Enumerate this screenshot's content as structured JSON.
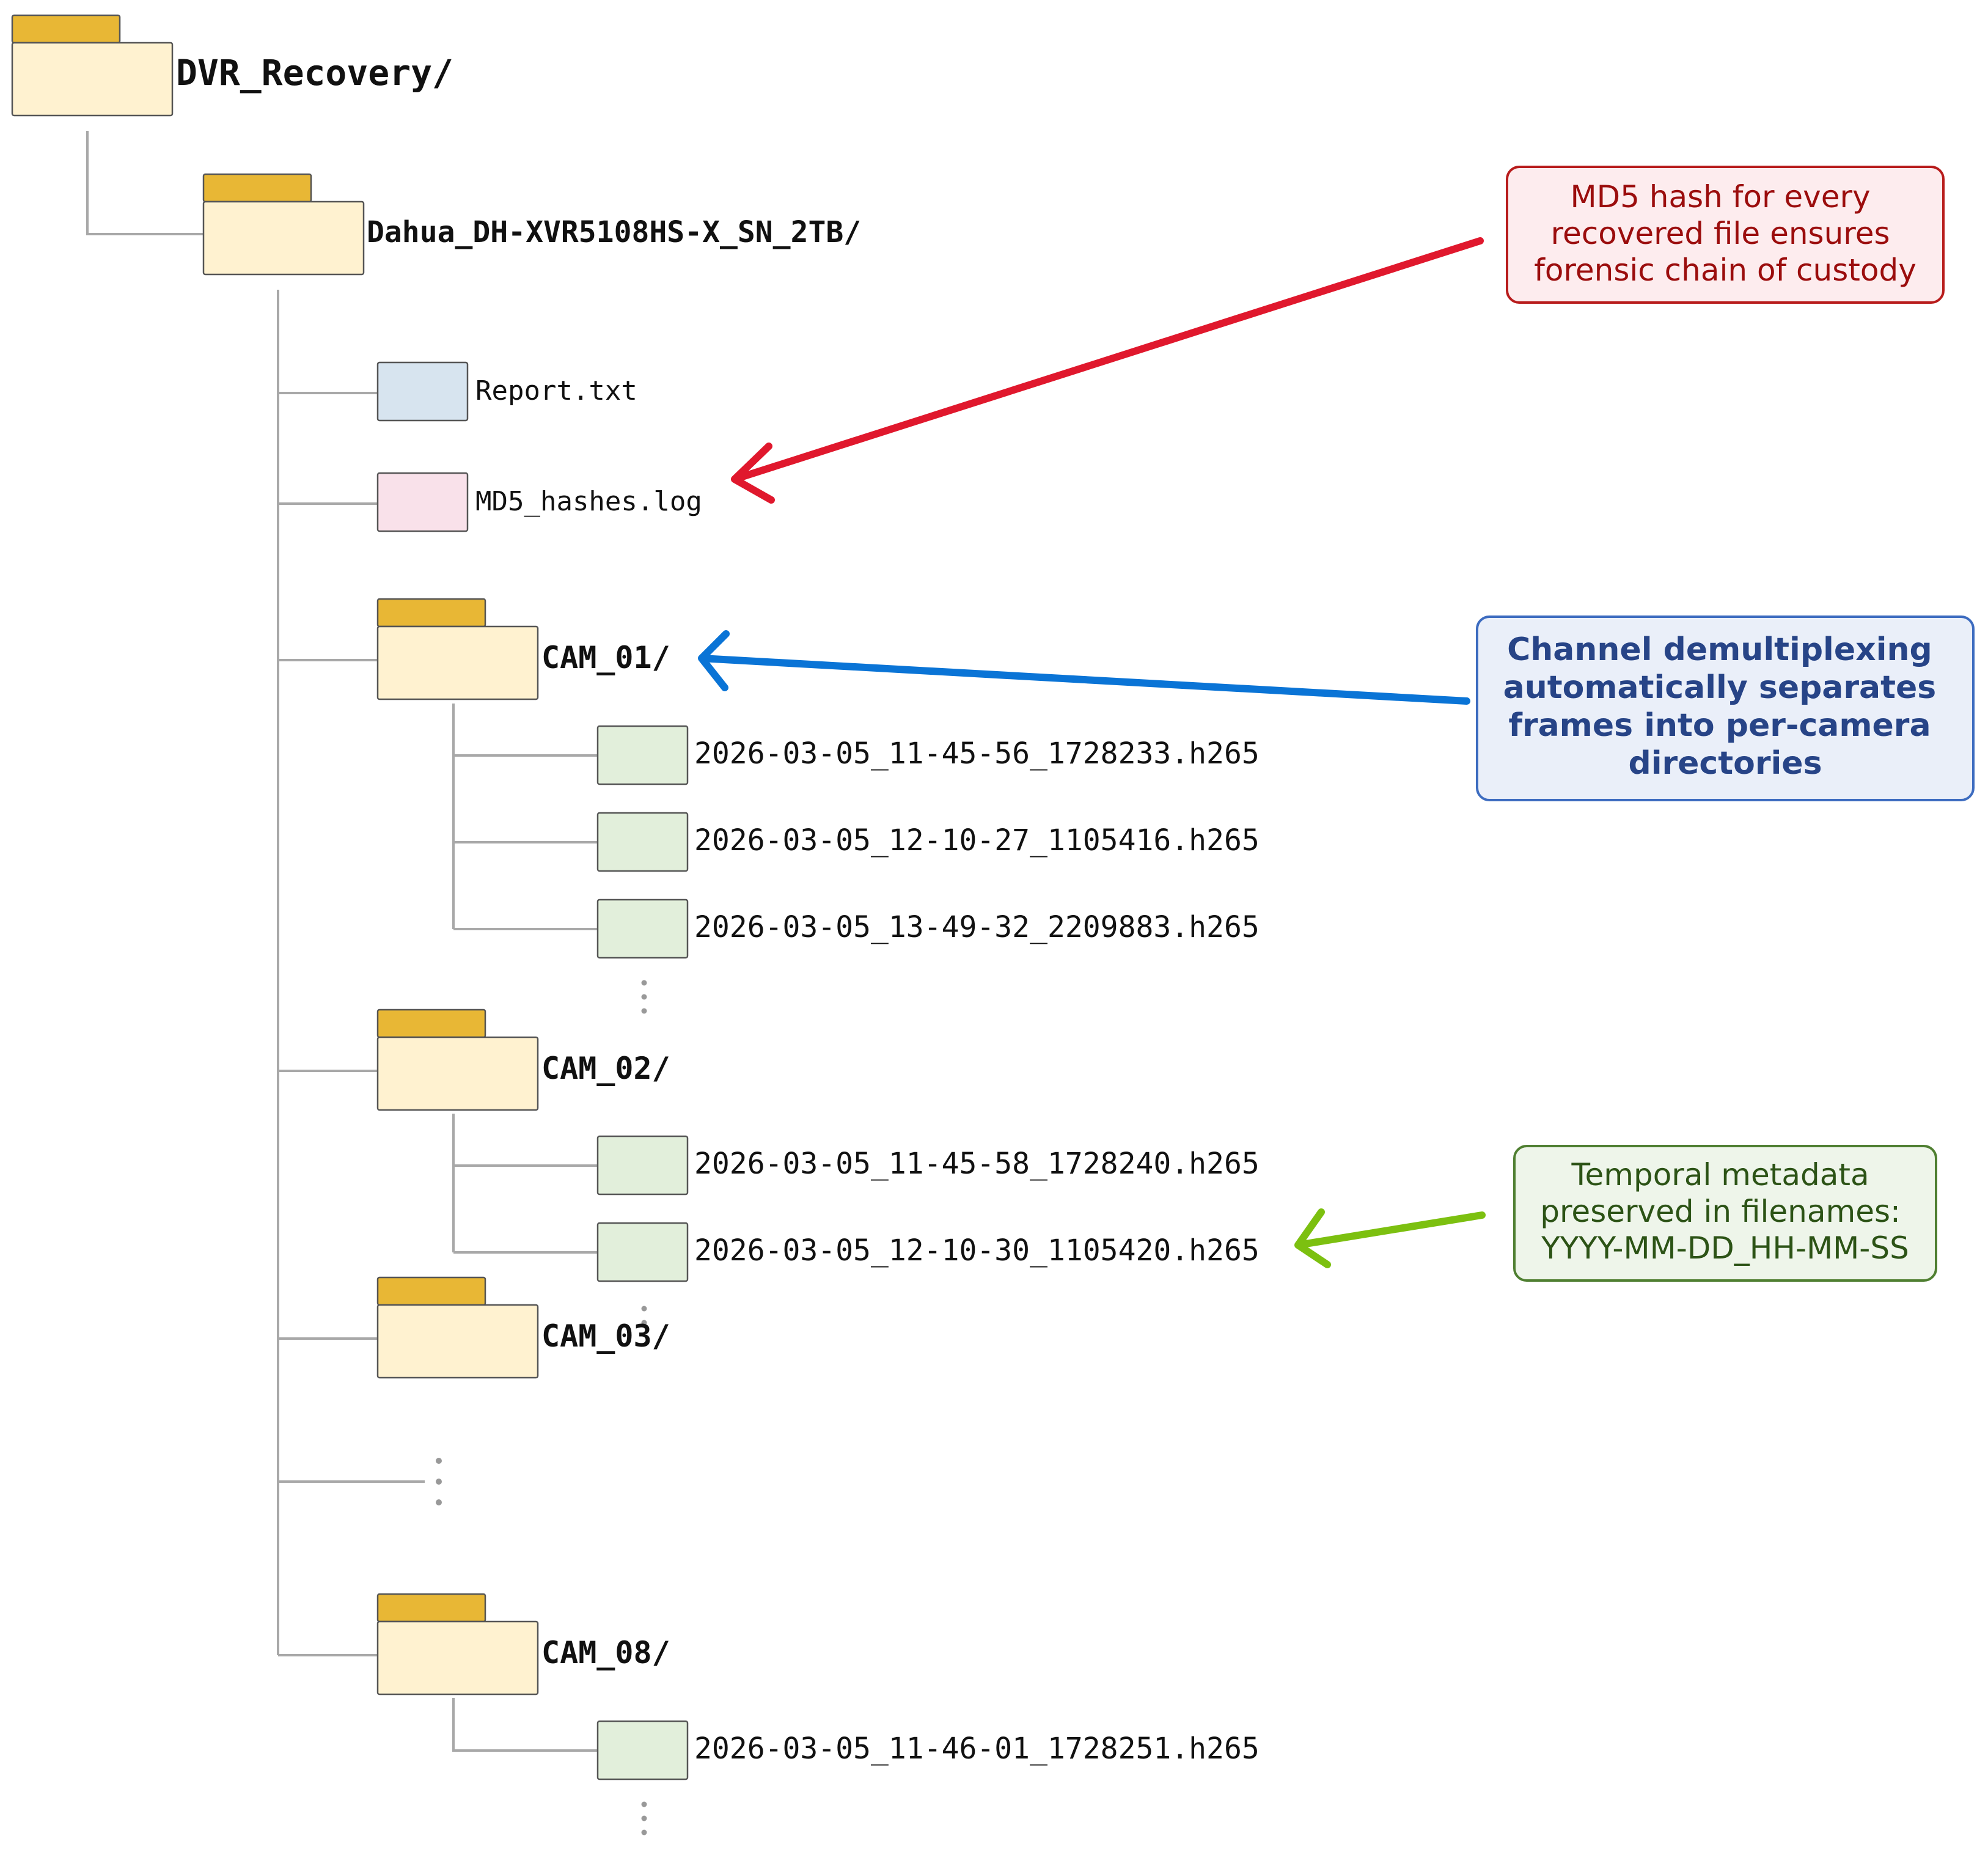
{
  "tree": {
    "root": {
      "label": "DVR_Recovery/",
      "icon": "folder-icon"
    },
    "device": {
      "label": "Dahua_DH-XVR5108HS-X_SN_2TB/",
      "icon": "folder-icon"
    },
    "files": [
      {
        "label": "Report.txt",
        "icon": "text-file-icon"
      },
      {
        "label": "MD5_hashes.log",
        "icon": "log-file-icon"
      }
    ],
    "cam01": {
      "label": "CAM_01/",
      "files": [
        "2026-03-05_11-45-56_1728233.h265",
        "2026-03-05_12-10-27_1105416.h265",
        "2026-03-05_13-49-32_2209883.h265"
      ]
    },
    "cam02": {
      "label": "CAM_02/",
      "files": [
        "2026-03-05_11-45-58_1728240.h265",
        "2026-03-05_12-10-30_1105420.h265"
      ]
    },
    "cam03": {
      "label": "CAM_03/"
    },
    "cam08": {
      "label": "CAM_08/",
      "files": [
        "2026-03-05_11-46-01_1728251.h265"
      ]
    }
  },
  "callouts": {
    "md5": {
      "lines": [
        "MD5 hash for every",
        "recovered file ensures",
        "forensic chain of custody"
      ],
      "text_color": "#9b0d0d",
      "border_color": "#b81c1c",
      "fill_color": "#fdecee",
      "arrow_color": "#e0182d"
    },
    "channel": {
      "lines": [
        "Channel demultiplexing",
        "automatically separates",
        "frames into per-camera",
        "directories"
      ],
      "text_color": "#274487",
      "border_color": "#3d6cc0",
      "fill_color": "#eaeff9",
      "arrow_color": "#0a74d6"
    },
    "temporal": {
      "lines": [
        "Temporal metadata",
        "preserved in filenames:",
        "YYYY-MM-DD_HH-MM-SS"
      ],
      "text_color": "#2c5316",
      "border_color": "#4f7f31",
      "fill_color": "#eef5ea",
      "arrow_color": "#7cc010"
    }
  },
  "colors": {
    "folder_tab": "#e8b735",
    "folder_body": "#fff2d0",
    "text_file": "#d7e4ef",
    "log_file": "#f9e1ea",
    "video_file": "#e2efdb",
    "tree_line": "#a8a8a8",
    "ellipsis": "#999999"
  }
}
